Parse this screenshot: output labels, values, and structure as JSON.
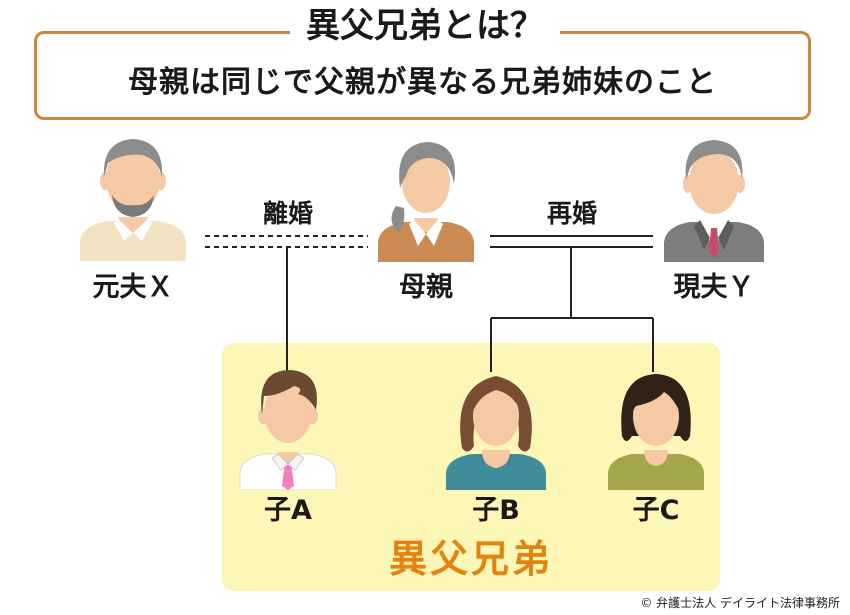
{
  "title": {
    "main": "異父兄弟とは？",
    "sub": "母親は同じで父親が異なる兄弟姉妹のこと"
  },
  "people": {
    "ex_husband": "元夫Ｘ",
    "mother": "母親",
    "current_husband": "現夫Ｙ",
    "child_a": "子A",
    "child_b": "子B",
    "child_c": "子C"
  },
  "relations": {
    "divorce": "離婚",
    "remarriage": "再婚"
  },
  "group_label": "異父兄弟",
  "copyright": "© 弁護士法人 デイライト法律事務所",
  "colors": {
    "border": "#c8893f",
    "group_bg": "#fdf7b7",
    "group_text": "#e3820f",
    "skin": "#f5c9a4"
  }
}
